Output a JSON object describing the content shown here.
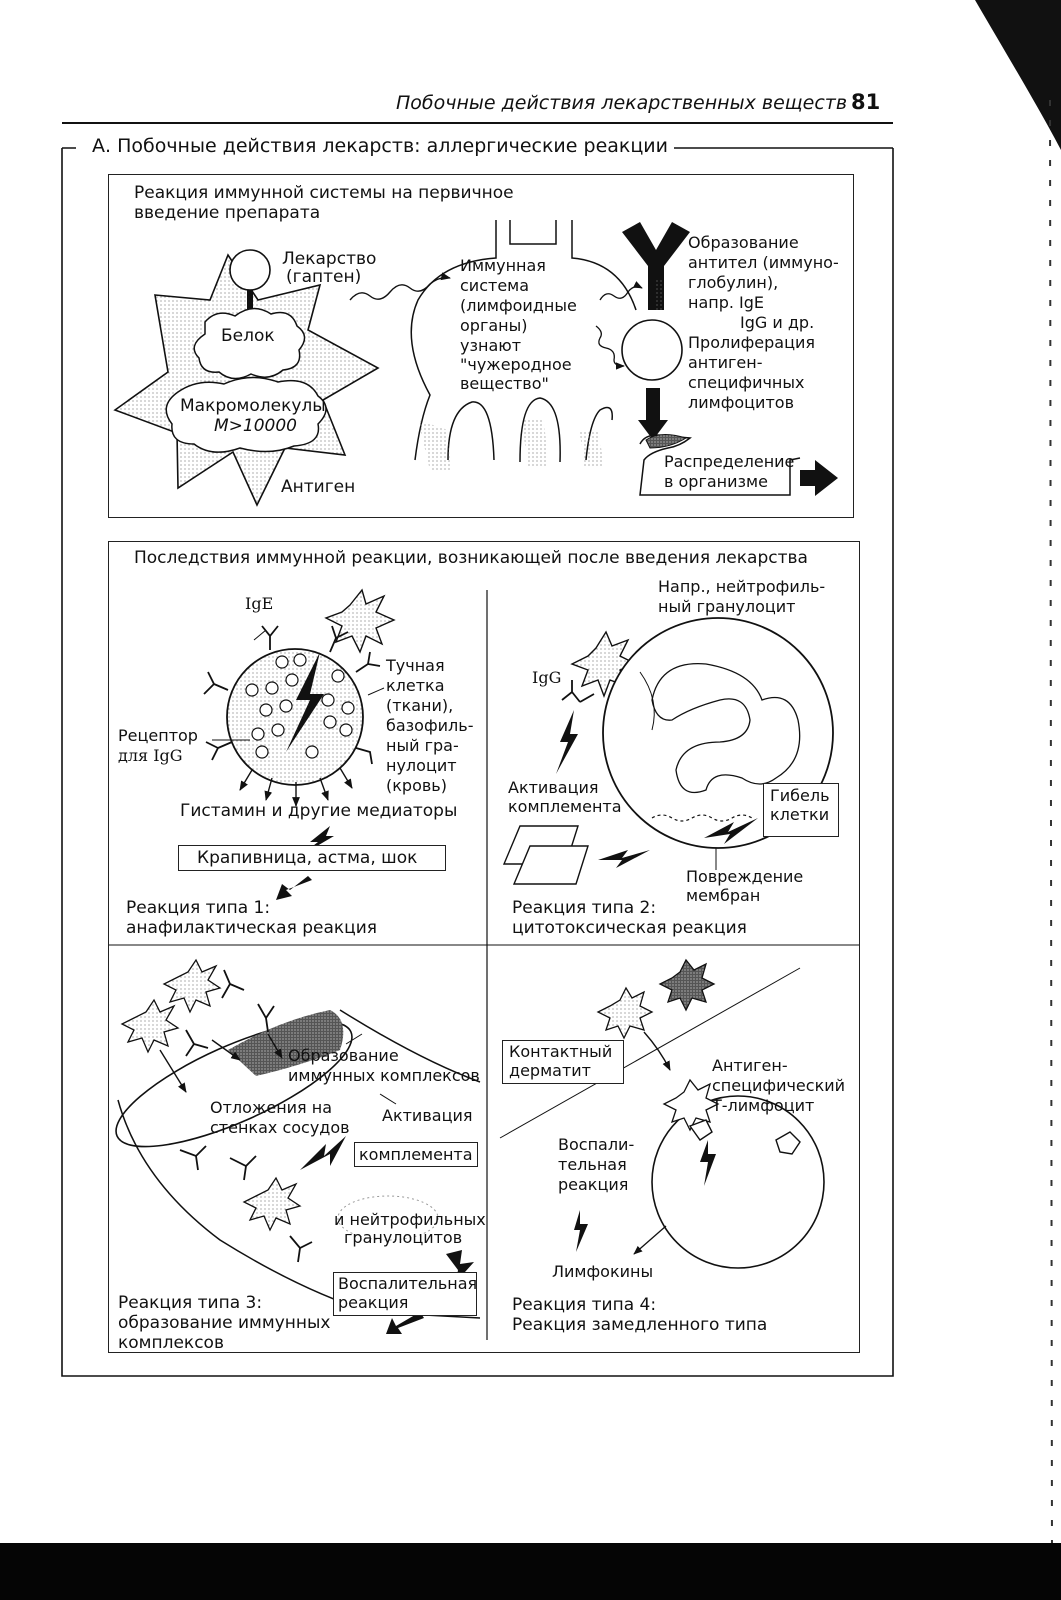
{
  "header": {
    "running_title": "Побочные действия лекарственных веществ",
    "page_number": "81"
  },
  "section": {
    "title": "А. Побочные действия лекарств: аллергические реакции"
  },
  "top_panel": {
    "heading_line1": "Реакция иммунной системы на первичное",
    "heading_line2": "введение препарата",
    "drug_line1": "Лекарство",
    "drug_line2": "(гаптен)",
    "protein": "Белок",
    "macromolecules": "Макромолекулы",
    "mass": "M>10000",
    "antigen": "Антиген",
    "immune_lines": [
      "Иммунная",
      "система",
      "(лимфоидные",
      "органы)",
      "узнают",
      "\"чужеродное",
      "вещество\""
    ],
    "antibody_lines": [
      "Образование",
      "антител (иммуно-",
      "глобулин),",
      "напр. IgE",
      "IgG и др."
    ],
    "prolif_lines": [
      "Пролиферация",
      "антиген-",
      "специфичных",
      "лимфоцитов"
    ],
    "distribution_lines": [
      "Распределение",
      "в организме"
    ]
  },
  "bottom_panel": {
    "heading": "Последствия иммунной реакции, возникающей после введения лекарства",
    "type1": {
      "ige": "IgE",
      "mast_cell_lines": [
        "Тучная",
        "клетка",
        "(ткани),",
        "базофиль-",
        "ный гра-",
        "нулоцит",
        "(кровь)"
      ],
      "receptor_lines": [
        "Рецептор",
        "для IgG"
      ],
      "mediators": "Гистамин и другие медиаторы",
      "result": "Крапивница, астма, шок",
      "caption_line1": "Реакция типа 1:",
      "caption_line2": "анафилактическая реакция"
    },
    "type2": {
      "example_lines": [
        "Напр., нейтрофиль-",
        "ный гранулоцит"
      ],
      "igg": "IgG",
      "complement_lines": [
        "Активация",
        "комплемента"
      ],
      "cell_death_lines": [
        "Гибель",
        "клетки"
      ],
      "membrane_lines": [
        "Повреждение",
        "мембран"
      ],
      "caption_line1": "Реакция типа 2:",
      "caption_line2": "цитотоксическая реакция"
    },
    "type3": {
      "complexes_lines": [
        "Образование",
        "иммунных комплексов"
      ],
      "deposits_lines": [
        "Отложения на",
        "стенках сосудов"
      ],
      "activation": "Активация",
      "complement": "комплемента",
      "neutrophils_lines": [
        "и нейтрофильных",
        "гранулоцитов"
      ],
      "inflammation_lines": [
        "Воспалительная",
        "реакция"
      ],
      "caption_lines": [
        "Реакция типа 3:",
        "образование иммунных",
        "комплексов"
      ]
    },
    "type4": {
      "dermatitis_lines": [
        "Контактный",
        "дерматит"
      ],
      "tcell_lines": [
        "Антиген-",
        "специфический",
        "Т-лимфоцит"
      ],
      "inflammatory_lines": [
        "Воспали-",
        "тельная",
        "реакция"
      ],
      "lymphokines": "Лимфокины",
      "caption_line1": "Реакция типа 4:",
      "caption_line2": "Реакция замедленного типа"
    }
  }
}
